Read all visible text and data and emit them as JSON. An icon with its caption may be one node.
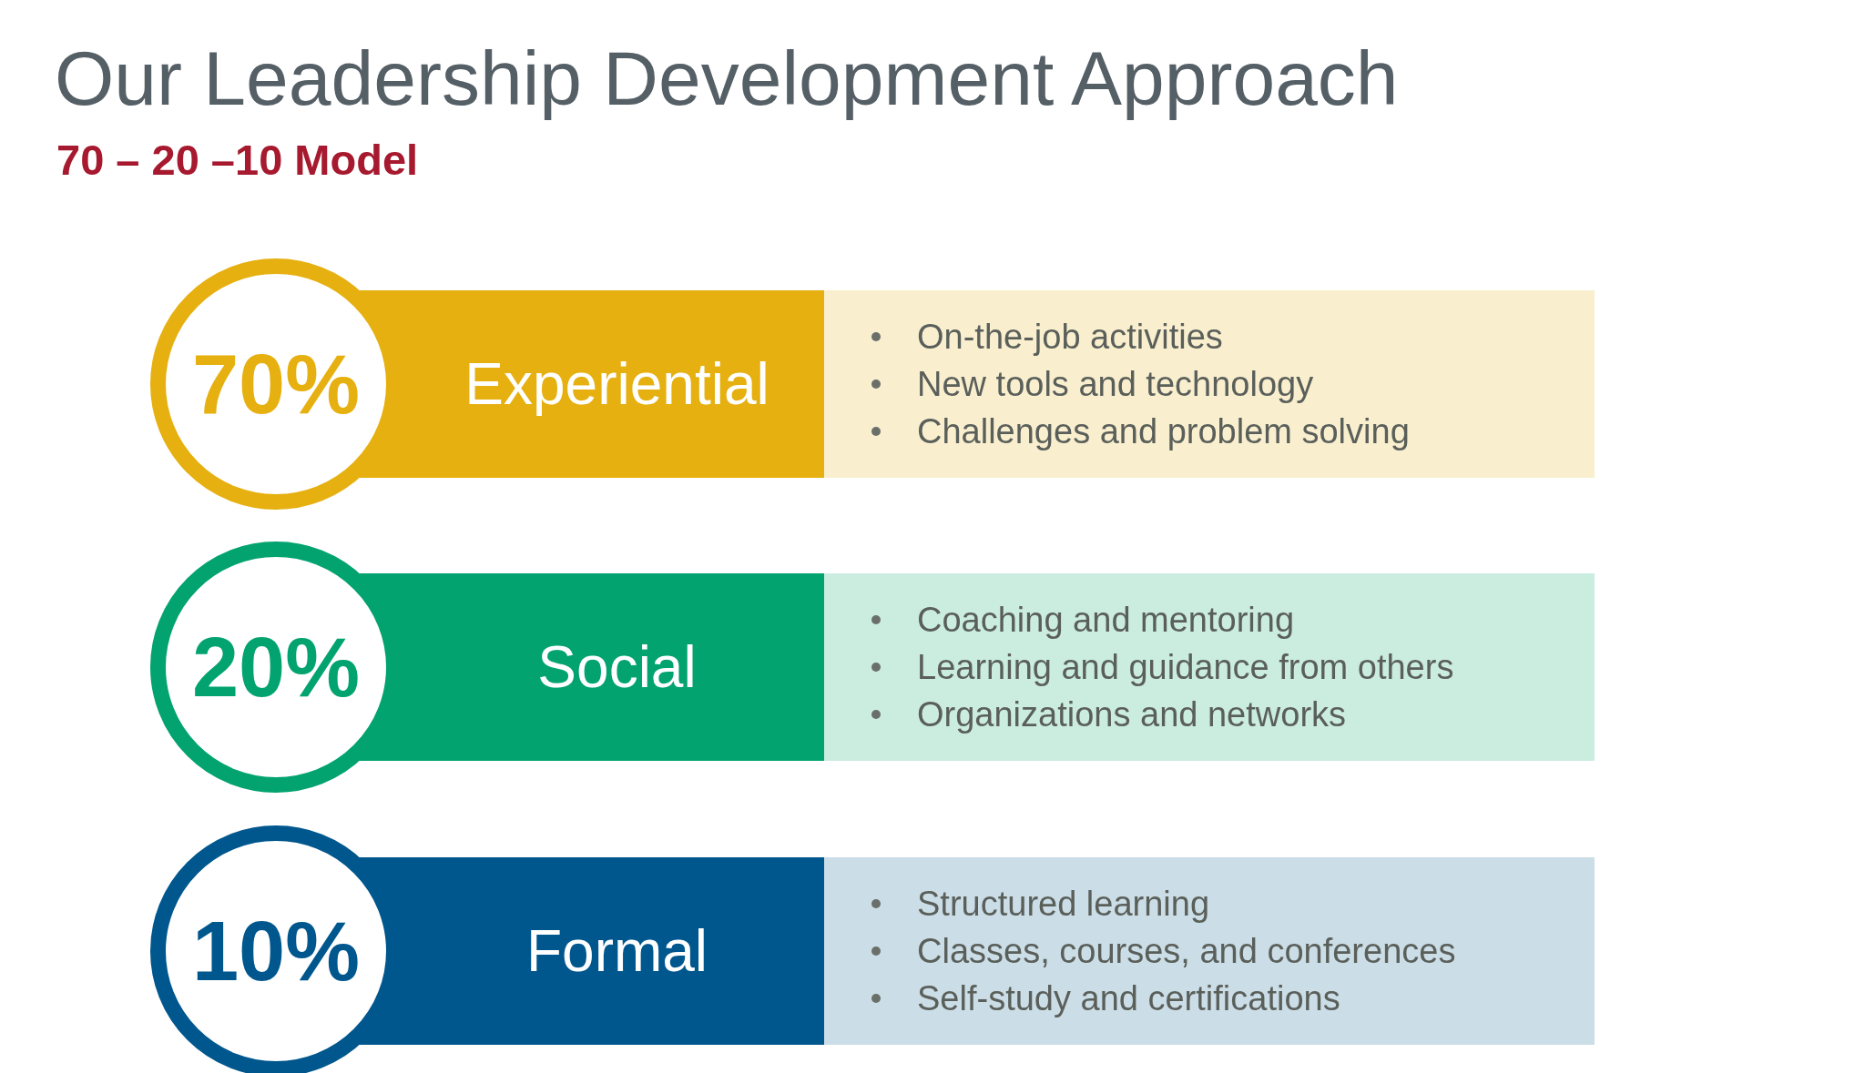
{
  "diagram": {
    "title": "Our Leadership Development Approach",
    "nodes": [
      {
        "text": [
          "70%"
        ]
      },
      {
        "text": [
          "Experiential"
        ]
      },
      {
        "text": [
          "On-the-job activities",
          "New tools and technology",
          "Challenges and problem solving"
        ]
      },
      {
        "text": [
          "20%"
        ]
      },
      {
        "text": [
          "Social"
        ]
      },
      {
        "text": [
          "Coaching and mentoring",
          "Learning and guidance from others",
          "Organizations and networks"
        ]
      },
      {
        "text": [
          "10%"
        ]
      },
      {
        "text": [
          "Formal"
        ]
      },
      {
        "text": [
          "Structured learning",
          "Classes, courses, and conferences",
          "Self-study and certifications"
        ]
      }
    ],
    "labels": [
      "70 – 20 –10 Model"
    ]
  }
}
